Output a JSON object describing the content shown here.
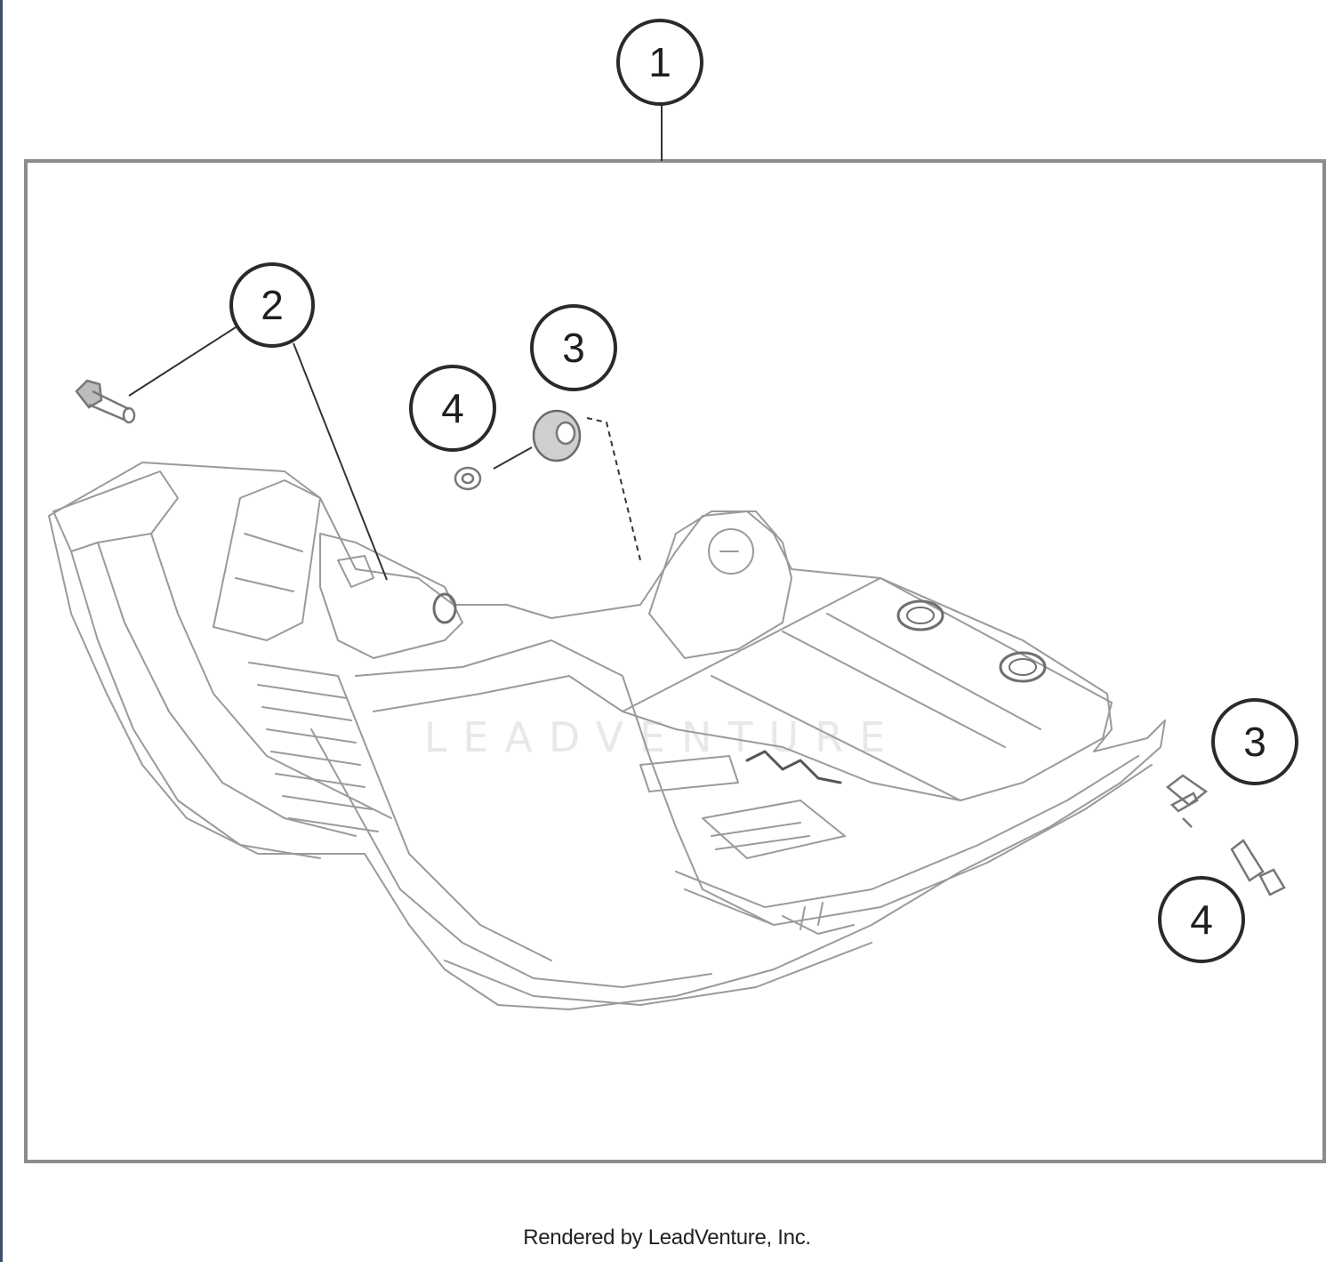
{
  "diagram": {
    "callouts": {
      "assembly": "1",
      "bolt": "2",
      "spacer_top": "3",
      "washer_top": "4",
      "spacer_right": "3",
      "washer_right": "4"
    },
    "watermark_text": "LEADVENTURE"
  },
  "footer": {
    "credit": "Rendered by LeadVenture, Inc."
  },
  "colors": {
    "line_art": "#9a9a9a",
    "frame": "#8c8c8c",
    "callout_stroke": "#2a2a2a",
    "left_edge": "#3b4f70"
  }
}
